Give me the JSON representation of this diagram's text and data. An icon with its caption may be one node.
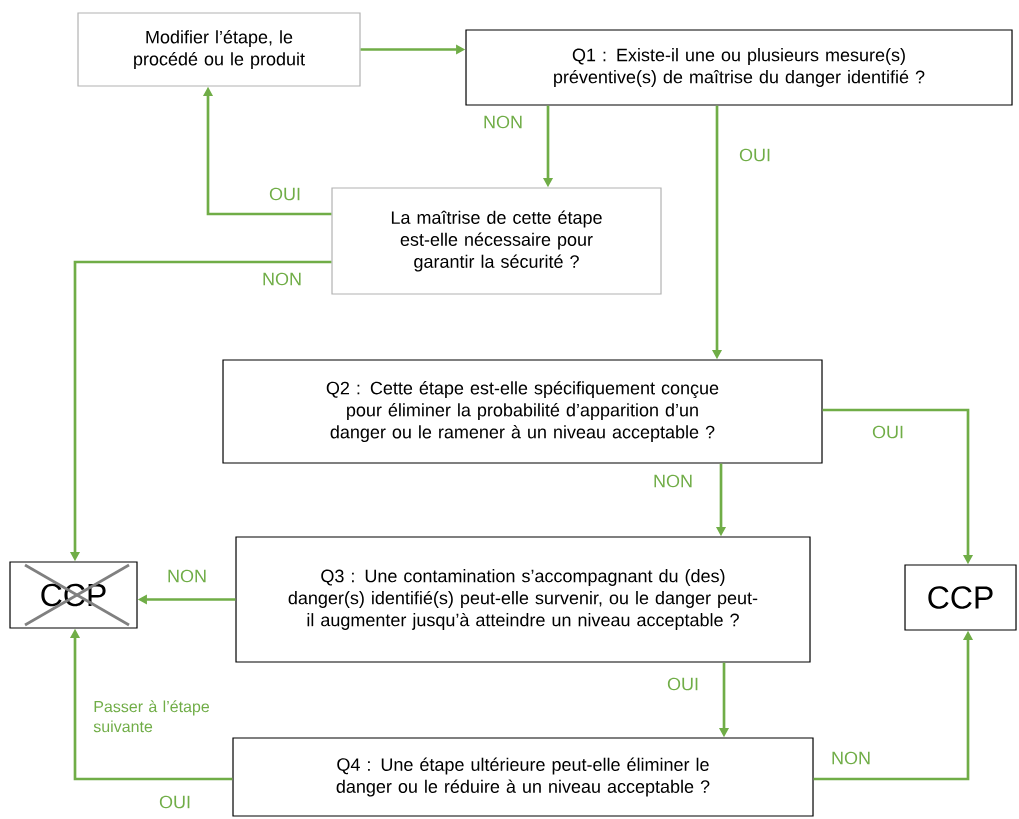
{
  "diagram": {
    "nodes": [
      {
        "text": [
          "Modifier l’étape, le procédé ou le produit"
        ]
      },
      {
        "text": [
          "Q1 : Existe-il une ou plusieurs mesure(s) préventive(s) de maîtrise du danger identifié ?"
        ]
      },
      {
        "text": [
          "La maîtrise de cette étape est-elle nécessaire pour garantir la sécurité ?"
        ]
      },
      {
        "text": [
          "Q2 : Cette étape est-elle spécifiquement conçue pour éliminer la probabilité d’apparition d’un danger ou le ramener à un niveau acceptable ?"
        ]
      },
      {
        "text": [
          "CCP"
        ]
      },
      {
        "text": [
          "Q3 : Une contamination s’accompagnant du (des) danger(s) identifié(s) peut-elle survenir, ou le danger peut-il augmenter jusqu’à atteindre un niveau acceptable ?"
        ]
      },
      {
        "text": [
          "CCP"
        ]
      },
      {
        "text": [
          "Q4 : Une étape ultérieure peut-elle éliminer le danger ou le réduire à un niveau acceptable ?"
        ]
      }
    ],
    "edges": [
      {
        "from": 0,
        "to": 1,
        "arrow": "to"
      },
      {
        "from": 1,
        "to": 2,
        "arrow": "to",
        "label": "NON"
      },
      {
        "from": 1,
        "to": 3,
        "arrow": "to",
        "label": "OUI"
      },
      {
        "from": 2,
        "to": 0,
        "arrow": "to",
        "label": "OUI"
      },
      {
        "from": 2,
        "to": 4,
        "arrow": "to",
        "label": "NON"
      },
      {
        "from": 3,
        "to": 6,
        "arrow": "to",
        "label": "OUI"
      },
      {
        "from": 3,
        "to": 5,
        "arrow": "to",
        "label": "NON"
      },
      {
        "from": 5,
        "to": 4,
        "arrow": "to",
        "label": "NON"
      },
      {
        "from": 5,
        "to": 7,
        "arrow": "to",
        "label": "OUI"
      },
      {
        "from": 7,
        "to": 4,
        "arrow": "to",
        "label": "OUI"
      },
      {
        "from": 7,
        "to": 6,
        "arrow": "to",
        "label": "NON"
      }
    ],
    "labels": [
      "Passer à l’étape suivante"
    ]
  }
}
